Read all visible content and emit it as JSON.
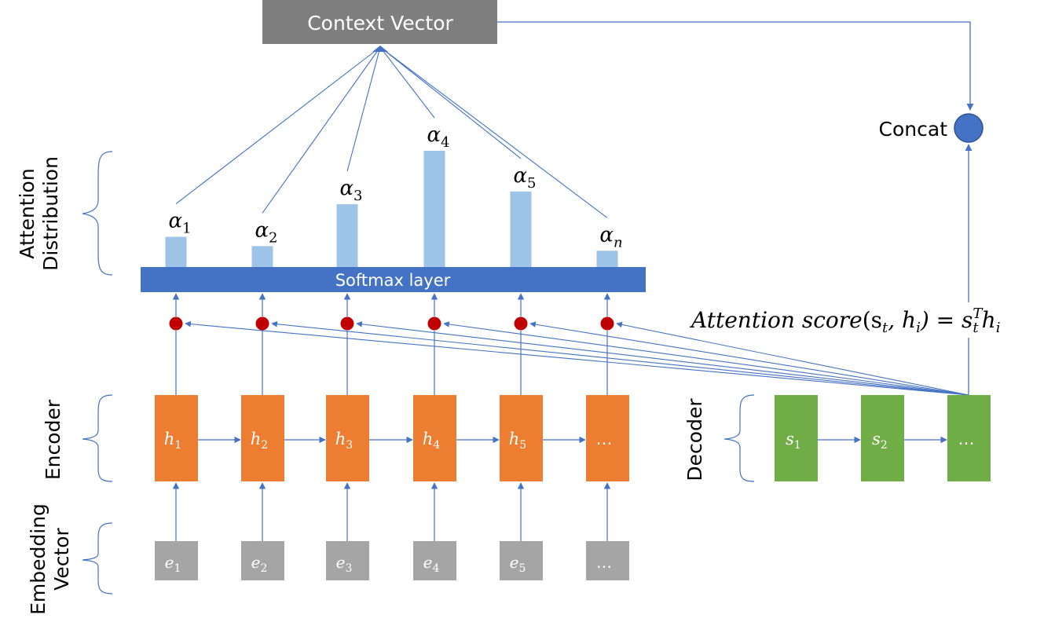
{
  "context_vector": {
    "label": "Context Vector",
    "color": "#7f7f7f"
  },
  "concat": {
    "label": "Concat",
    "color": "#4472c4"
  },
  "softmax": {
    "label": "Softmax layer",
    "color": "#4472c4"
  },
  "formula": {
    "lhs": "Attention score",
    "args": "(s",
    "t_sub": "t",
    "mid": ", h",
    "i_sub": "i",
    "close": ") = s",
    "sup_T": "T",
    "t_sub2": "t",
    "h": "h",
    "i_sub2": "i"
  },
  "section_labels": {
    "attention": [
      "Attention",
      "Distribution"
    ],
    "encoder": "Encoder",
    "embedding": [
      "Embedding",
      "Vector"
    ],
    "decoder": "Decoder"
  },
  "attention_distribution": {
    "labels": [
      {
        "base": "α",
        "sub": "1"
      },
      {
        "base": "α",
        "sub": "2"
      },
      {
        "base": "α",
        "sub": "3"
      },
      {
        "base": "α",
        "sub": "4"
      },
      {
        "base": "α",
        "sub": "5"
      },
      {
        "base": "α",
        "sub": "n"
      }
    ],
    "relative_weights": [
      0.26,
      0.18,
      0.54,
      1.0,
      0.65,
      0.14
    ],
    "bar_color": "#9dc3e6"
  },
  "encoder": {
    "color": "#ed7d31",
    "cells": [
      {
        "base": "h",
        "sub": "1"
      },
      {
        "base": "h",
        "sub": "2"
      },
      {
        "base": "h",
        "sub": "3"
      },
      {
        "base": "h",
        "sub": "4"
      },
      {
        "base": "h",
        "sub": "5"
      },
      {
        "base": "…",
        "sub": ""
      }
    ]
  },
  "embedding": {
    "color": "#a5a5a5",
    "cells": [
      {
        "base": "e",
        "sub": "1"
      },
      {
        "base": "e",
        "sub": "2"
      },
      {
        "base": "e",
        "sub": "3"
      },
      {
        "base": "e",
        "sub": "4"
      },
      {
        "base": "e",
        "sub": "5"
      },
      {
        "base": "…",
        "sub": ""
      }
    ]
  },
  "decoder": {
    "color": "#70ad47",
    "cells": [
      {
        "base": "s",
        "sub": "1"
      },
      {
        "base": "s",
        "sub": "2"
      },
      {
        "base": "…",
        "sub": ""
      }
    ]
  },
  "score_dot_color": "#c00000",
  "arrow_color": "#4472c4"
}
